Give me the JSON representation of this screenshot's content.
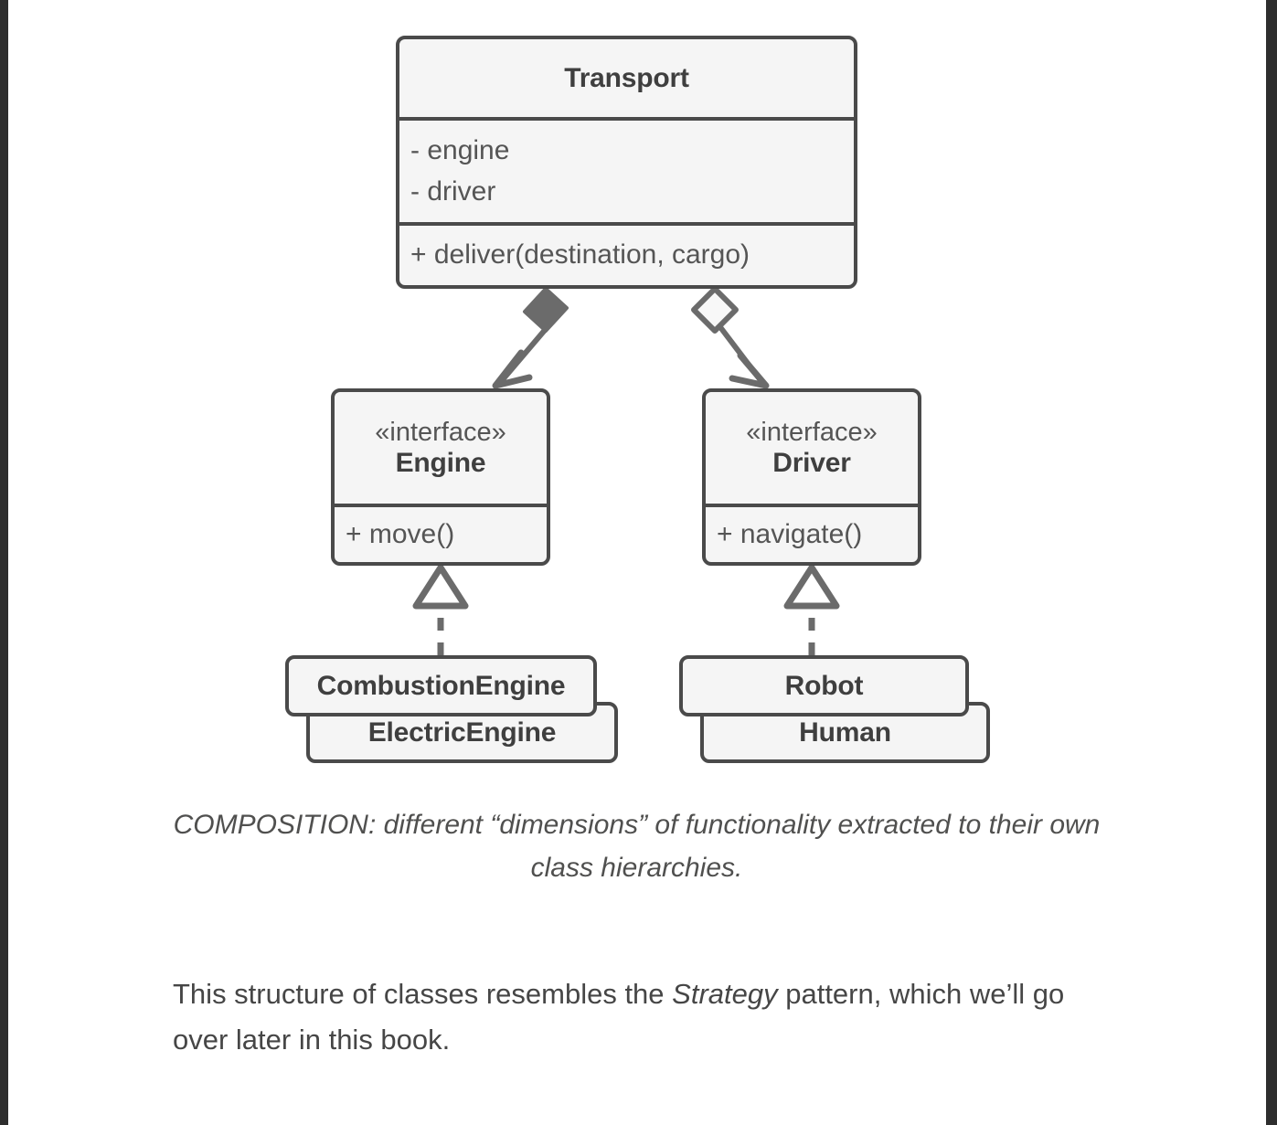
{
  "colors": {
    "box_fill": "#f5f5f5",
    "box_border": "#4a4a4a",
    "text": "#4a4a4a",
    "page_background": "#ffffff",
    "gutter": "#2e2e2e"
  },
  "diagram": {
    "type": "uml-class-diagram",
    "classes": {
      "transport": {
        "name": "Transport",
        "fields": [
          "- engine",
          "- driver"
        ],
        "methods": [
          "+ deliver(destination, cargo)"
        ]
      },
      "engine": {
        "stereotype": "«interface»",
        "name": "Engine",
        "methods": [
          "+ move()"
        ]
      },
      "driver": {
        "stereotype": "«interface»",
        "name": "Driver",
        "methods": [
          "+ navigate()"
        ]
      },
      "combustion_engine": {
        "name": "CombustionEngine"
      },
      "electric_engine": {
        "name": "ElectricEngine"
      },
      "robot": {
        "name": "Robot"
      },
      "human": {
        "name": "Human"
      }
    },
    "relationships": [
      {
        "kind": "composition",
        "from": "Transport",
        "to": "Engine",
        "marker": "filled-diamond",
        "arrow": "open-arrow"
      },
      {
        "kind": "aggregation",
        "from": "Transport",
        "to": "Driver",
        "marker": "hollow-diamond",
        "arrow": "open-arrow"
      },
      {
        "kind": "realization",
        "from": "CombustionEngine",
        "to": "Engine",
        "line": "dashed",
        "arrow": "hollow-triangle"
      },
      {
        "kind": "realization",
        "from": "Robot",
        "to": "Driver",
        "line": "dashed",
        "arrow": "hollow-triangle"
      }
    ]
  },
  "caption": {
    "line1": "COMPOSITION: different “dimensions” of functionality extracted to their",
    "line2": "own class hierarchies."
  },
  "body": {
    "part1": "This structure of classes resembles the ",
    "emphasis": "Strategy",
    "part2": " pattern, which we’ll go over later in this book."
  }
}
